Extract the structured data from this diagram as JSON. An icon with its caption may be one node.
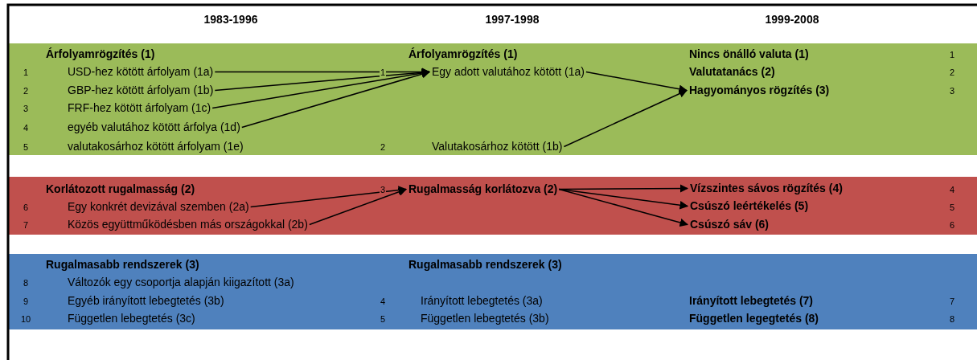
{
  "diagram": {
    "nodes": [
      {
        "text": [],
        "shape": "band"
      },
      {
        "text": [
          "Árfolyamrögzítés (1)"
        ],
        "in": 0
      },
      {
        "text": [
          "Árfolyamrögzítés (1)"
        ],
        "in": 0
      },
      {
        "text": [
          "Nincs önálló valuta (1)"
        ],
        "in": 0
      },
      {
        "text": [
          "USD-hez kötött árfolyam (1a)"
        ],
        "in": 0
      },
      {
        "text": [
          "Egy adott valutához kötött (1a)"
        ],
        "in": 0
      },
      {
        "text": [
          "Valutatanács (2)"
        ],
        "in": 0
      },
      {
        "text": [
          "GBP-hez kötött árfolyam (1b)"
        ],
        "in": 0
      },
      {
        "text": [
          "Hagyományos rögzítés (3)"
        ],
        "in": 0
      },
      {
        "text": [
          "FRF-hez kötött árfolyam (1c)"
        ],
        "in": 0
      },
      {
        "text": [
          "egyéb valutához kötött árfolya (1d)"
        ],
        "in": 0
      },
      {
        "text": [
          "valutakosárhoz kötött árfolyam (1e)"
        ],
        "in": 0
      },
      {
        "text": [
          "Valutakosárhoz kötött (1b)"
        ],
        "in": 0
      },
      {
        "text": [],
        "shape": "band"
      },
      {
        "text": [
          "Korlátozott rugalmasság (2)"
        ],
        "in": 13
      },
      {
        "text": [
          "Rugalmasság korlátozva (2)"
        ],
        "in": 13
      },
      {
        "text": [
          "Vízszintes sávos rögzítés (4)"
        ],
        "in": 13
      },
      {
        "text": [
          "Egy konkrét devizával szemben (2a)"
        ],
        "in": 13
      },
      {
        "text": [
          "Csúszó leértékelés (5)"
        ],
        "in": 13
      },
      {
        "text": [
          "Közös együttműködésben más országokkal (2b)"
        ],
        "in": 13
      },
      {
        "text": [
          "Csúszó sáv (6)"
        ],
        "in": 13
      },
      {
        "text": [],
        "shape": "band"
      },
      {
        "text": [
          "Rugalmasabb rendszerek (3)"
        ],
        "in": 21
      },
      {
        "text": [
          "Rugalmasabb rendszerek (3)"
        ],
        "in": 21
      },
      {
        "text": [
          "Változók egy csoportja alapján kiigazított (3a)"
        ],
        "in": 21
      },
      {
        "text": [
          "Egyéb irányított lebegtetés (3b)"
        ],
        "in": 21
      },
      {
        "text": [
          "Irányított lebegtetés (3a)"
        ],
        "in": 21
      },
      {
        "text": [
          "Irányított lebegtetés (7)"
        ],
        "in": 21
      },
      {
        "text": [
          "Független lebegtetés (3c)"
        ],
        "in": 21
      },
      {
        "text": [
          "Független lebegtetés (3b)"
        ],
        "in": 21
      },
      {
        "text": [
          "Független legegtetés (8)"
        ],
        "in": 21
      }
    ],
    "edges": [
      {
        "from": 4,
        "to": 5,
        "arrow": "to"
      },
      {
        "from": 7,
        "to": 5,
        "arrow": "to"
      },
      {
        "from": 9,
        "to": 5,
        "arrow": "to"
      },
      {
        "from": 10,
        "to": 5,
        "arrow": "to"
      },
      {
        "from": 5,
        "to": 8,
        "arrow": "to"
      },
      {
        "from": 12,
        "to": 8,
        "arrow": "to"
      },
      {
        "from": 17,
        "to": 15,
        "arrow": "to"
      },
      {
        "from": 19,
        "to": 15,
        "arrow": "to"
      },
      {
        "from": 15,
        "to": 16,
        "arrow": "to"
      },
      {
        "from": 15,
        "to": 18,
        "arrow": "to"
      },
      {
        "from": 15,
        "to": 20,
        "arrow": "to"
      }
    ],
    "labels": [
      "1983-1996",
      "1997-1998",
      "1999-2008",
      "1",
      "1",
      "1",
      "2",
      "2",
      "3",
      "3",
      "4",
      "5",
      "2",
      "3",
      "4",
      "6",
      "5",
      "7",
      "6",
      "8",
      "9",
      "4",
      "7",
      "10",
      "5",
      "8"
    ]
  }
}
